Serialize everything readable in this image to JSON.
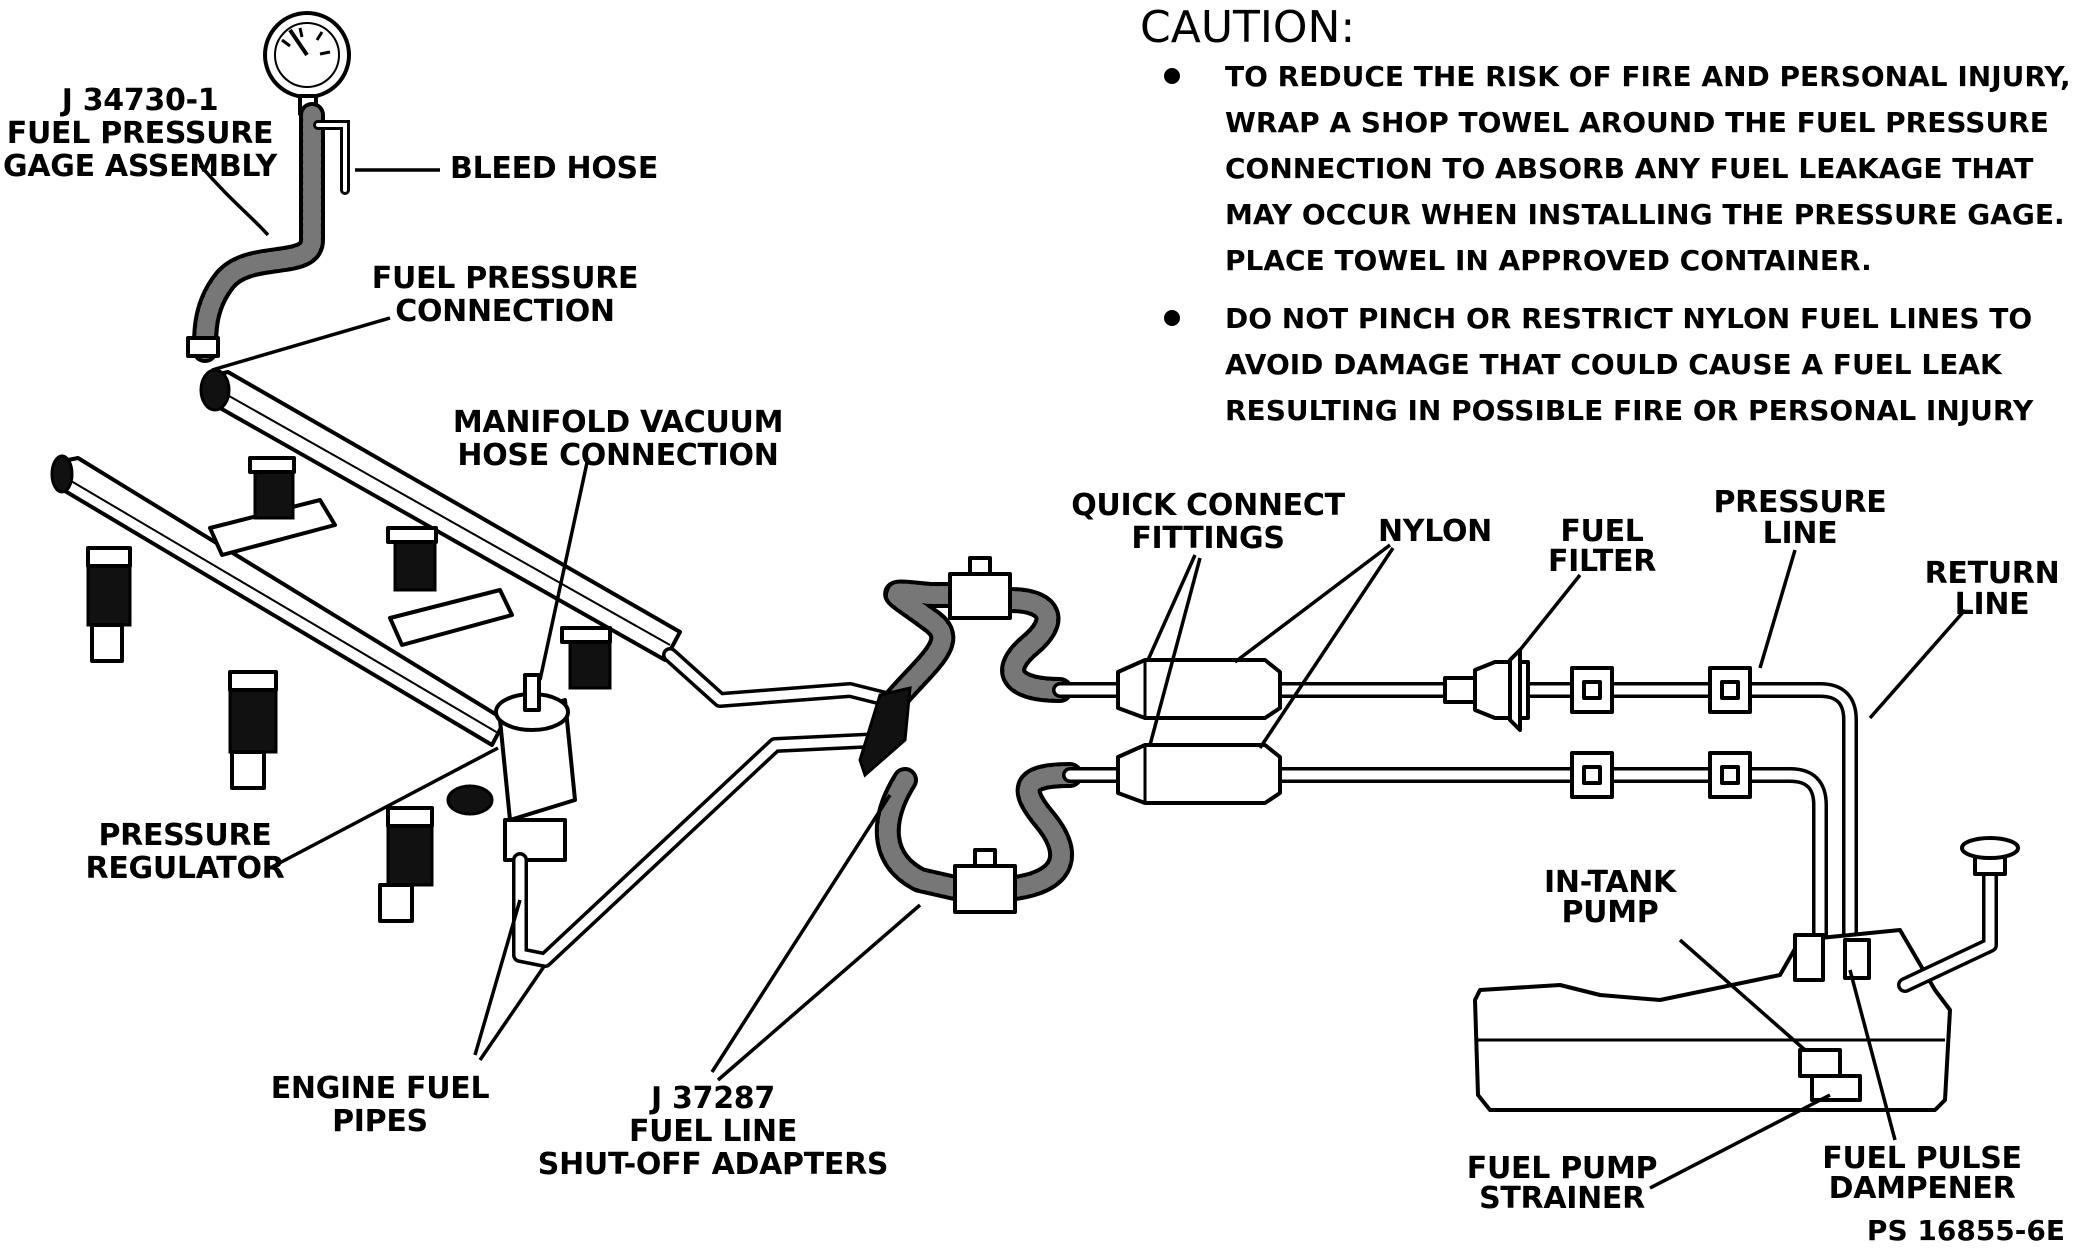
{
  "caution": {
    "title": "CAUTION:",
    "bullet1": [
      "TO REDUCE THE RISK OF FIRE AND PERSONAL INJURY,",
      "WRAP A SHOP TOWEL AROUND THE FUEL PRESSURE",
      "CONNECTION TO ABSORB ANY FUEL LEAKAGE THAT",
      "MAY OCCUR WHEN INSTALLING THE PRESSURE GAGE.",
      "PLACE TOWEL IN APPROVED CONTAINER."
    ],
    "bullet2": [
      "DO NOT PINCH OR RESTRICT NYLON FUEL LINES TO",
      "AVOID DAMAGE THAT COULD CAUSE A FUEL LEAK",
      "RESULTING IN POSSIBLE FIRE OR PERSONAL INJURY"
    ]
  },
  "labels": {
    "gage": [
      "J 34730-1",
      "FUEL PRESSURE",
      "GAGE ASSEMBLY"
    ],
    "bleed_hose": "BLEED HOSE",
    "fuel_pressure_connection": [
      "FUEL PRESSURE",
      "CONNECTION"
    ],
    "manifold_vacuum": [
      "MANIFOLD VACUUM",
      "HOSE CONNECTION"
    ],
    "pressure_regulator": [
      "PRESSURE",
      "REGULATOR"
    ],
    "engine_fuel_pipes": [
      "ENGINE FUEL",
      "PIPES"
    ],
    "shutoff_adapters": [
      "J 37287",
      "FUEL LINE",
      "SHUT-OFF ADAPTERS"
    ],
    "quick_connect": [
      "QUICK CONNECT",
      "FITTINGS"
    ],
    "nylon": "NYLON",
    "fuel_filter": [
      "FUEL",
      "FILTER"
    ],
    "pressure_line": [
      "PRESSURE",
      "LINE"
    ],
    "return_line": [
      "RETURN",
      "LINE"
    ],
    "in_tank_pump": [
      "IN-TANK",
      "PUMP"
    ],
    "fuel_pump_strainer": [
      "FUEL PUMP",
      "STRAINER"
    ],
    "fuel_pulse_dampener": [
      "FUEL PULSE",
      "DAMPENER"
    ]
  },
  "reference": "PS 16855-6E"
}
